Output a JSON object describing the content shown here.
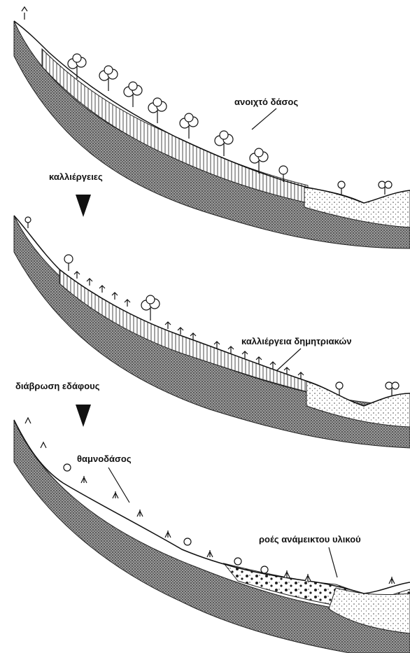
{
  "panels": [
    {
      "id": "panel-1",
      "state": "open-forest",
      "label": "ανοιχτό δάσος"
    },
    {
      "id": "panel-2",
      "state": "cereal-cultivation",
      "label": "καλλιέργεια δημητριακών"
    },
    {
      "id": "panel-3",
      "state": "shrubland",
      "label": "θαμνοδάσος",
      "label2": "ροές ανάμεικτου υλικού"
    }
  ],
  "transitions": [
    {
      "label": "καλλιέργειες"
    },
    {
      "label": "διάβρωση εδάφους"
    }
  ],
  "colors": {
    "ink": "#111111",
    "bedrock": "#8c8c8c",
    "soil": "#ffffff",
    "sediment": "#f4f4f4"
  }
}
